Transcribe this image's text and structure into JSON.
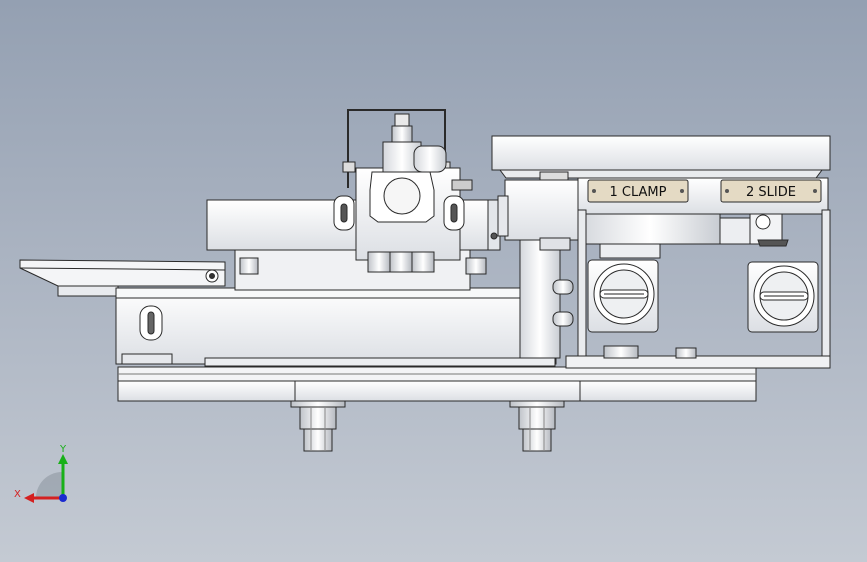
{
  "labels": {
    "clamp": "1 CLAMP",
    "slide": "2 SLIDE"
  },
  "triad": {
    "x_label": "X",
    "y_label": "Y",
    "x_color": "#d42020",
    "y_color": "#18b018",
    "z_color": "#1a2ad0"
  },
  "colors": {
    "background_top": "#94a0b2",
    "background_bottom": "#c4cad3",
    "part_fill": "#f1f2f4",
    "part_shade": "#d9dce1",
    "edge": "#2a2a2a",
    "label_plate": "#e4dac4"
  }
}
